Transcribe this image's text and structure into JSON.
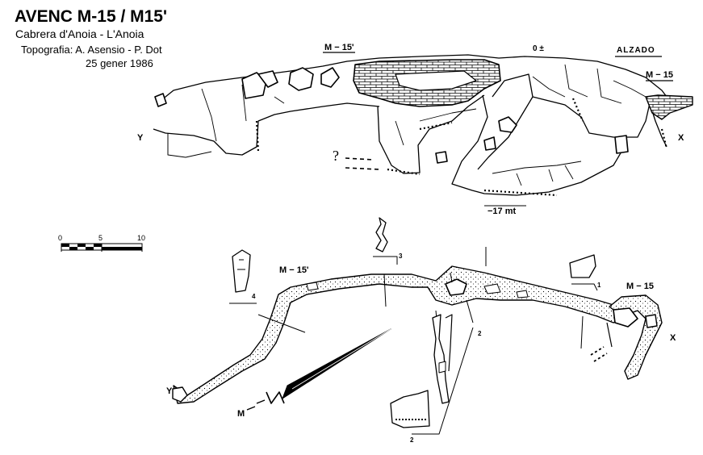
{
  "header": {
    "title": "AVENC M-15 / M15'",
    "location": "Cabrera d'Anoia - L'Anoia",
    "survey": "Topografia: A. Asensio - P. Dot",
    "date": "25 gener 1986"
  },
  "elevation": {
    "view_label": "ALZADO",
    "datum_label": "0 ±",
    "depth_label": "−17 mt",
    "entrance_m15p": "M − 15'",
    "entrance_m15": "M − 15",
    "end_left": "Y",
    "end_right": "X",
    "unknown_mark": "?"
  },
  "plan": {
    "entrance_m15p": "M − 15'",
    "entrance_m15": "M − 15",
    "end_left": "Y",
    "end_right": "X",
    "section_1": "1",
    "section_2a": "2",
    "section_2b": "2",
    "section_3": "3",
    "section_4": "4",
    "north": "M"
  },
  "scale": {
    "tick_0": "0",
    "tick_5": "5",
    "tick_10": "10"
  },
  "colors": {
    "ink": "#000000",
    "paper": "#ffffff"
  }
}
